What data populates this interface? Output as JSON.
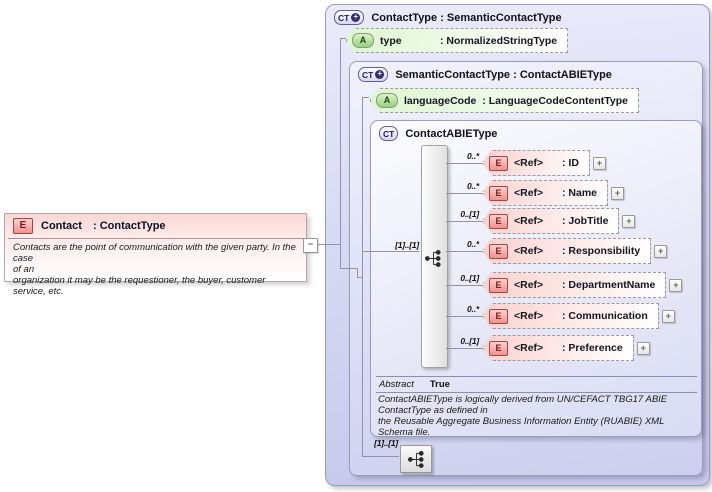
{
  "left_element": {
    "badge": "E",
    "name": "Contact",
    "type": ": ContactType",
    "annotation": "Contacts are the point of communication with the given party. In the case\nof an\norganization it may be the requestioner, the buyer, customer service, etc."
  },
  "collapse_glyph": "−",
  "expand_glyph": "+",
  "outer_box": {
    "badge": "CT",
    "title": "ContactType : SemanticContactType",
    "attribute": {
      "badge": "A",
      "name": "type",
      "type": ": NormalizedStringType"
    }
  },
  "semantic_box": {
    "badge": "CT",
    "title": "SemanticContactType : ContactABIEType",
    "attribute": {
      "badge": "A",
      "name": "languageCode",
      "type": ": LanguageCodeContentType"
    },
    "bottom_sequence_cardinality": "[1]..[1]"
  },
  "abie_box": {
    "badge": "CT",
    "title": "ContactABIEType",
    "sequence_cardinality": "[1]..[1]",
    "elements": [
      {
        "cardinality": "0..*",
        "badge": "E",
        "ref": "<Ref>",
        "type": ": ID"
      },
      {
        "cardinality": "0..*",
        "badge": "E",
        "ref": "<Ref>",
        "type": ": Name"
      },
      {
        "cardinality": "0..[1]",
        "badge": "E",
        "ref": "<Ref>",
        "type": ": JobTitle"
      },
      {
        "cardinality": "0..*",
        "badge": "E",
        "ref": "<Ref>",
        "type": ": Responsibility"
      },
      {
        "cardinality": "0..[1]",
        "badge": "E",
        "ref": "<Ref>",
        "type": ": DepartmentName"
      },
      {
        "cardinality": "0..*",
        "badge": "E",
        "ref": "<Ref>",
        "type": ": Communication"
      },
      {
        "cardinality": "0..[1]",
        "badge": "E",
        "ref": "<Ref>",
        "type": ": Preference"
      }
    ],
    "abstract_label": "Abstract",
    "abstract_value": "True",
    "annotation": "ContactABIEType is logically derived from UN/CEFACT TBG17 ABIE\nContactType as defined in\nthe Reusable Aggregate Business Information Entity (RUABIE) XML\nSchema file."
  },
  "colors": {
    "container_fill": "#d8daf4",
    "element_fill": "#f9d2cf",
    "attribute_fill": "#def6d0",
    "element_badge": "#f0928d",
    "attribute_badge": "#95d179",
    "connector_line": "#8f93ac"
  }
}
